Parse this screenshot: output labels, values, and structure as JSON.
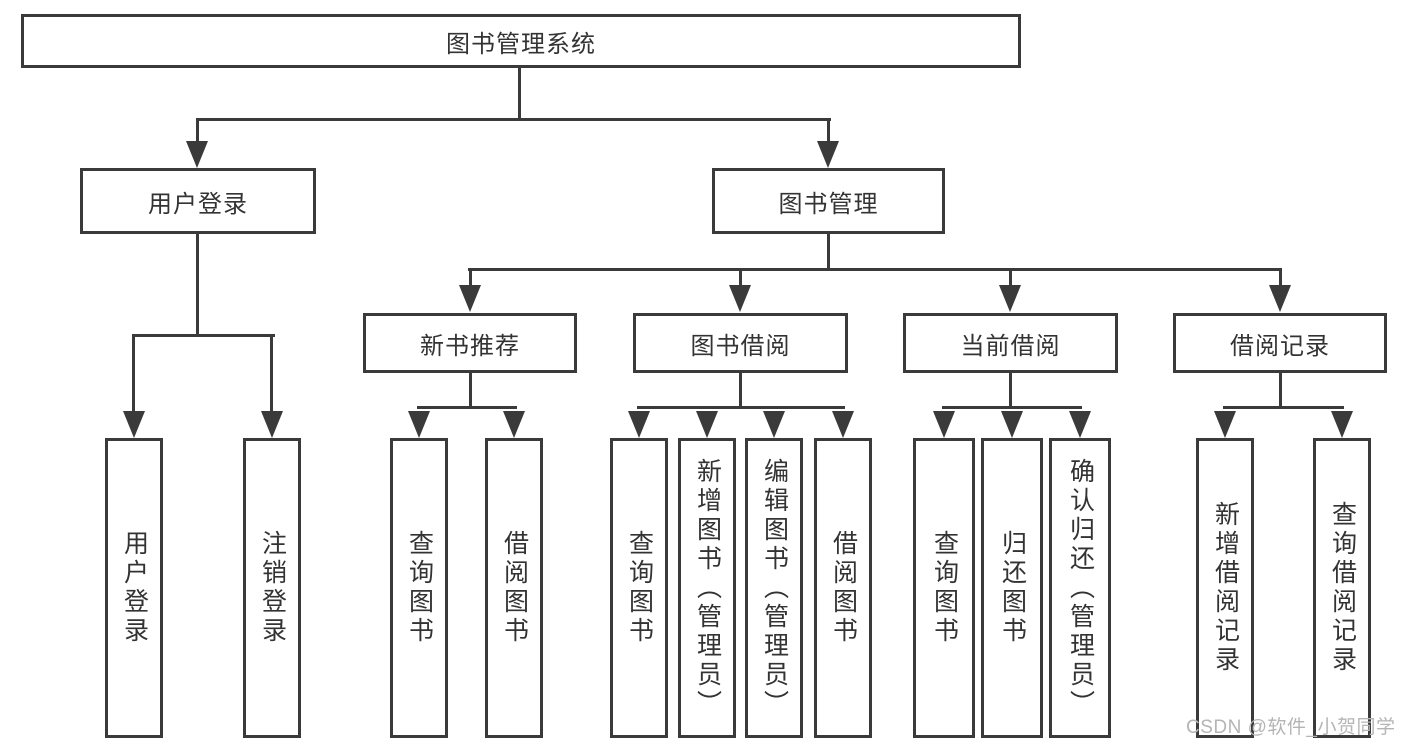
{
  "colors": {
    "line": "#3a3a3a",
    "text": "#333333",
    "bg": "#ffffff",
    "node_bg": "#ffffff",
    "watermark": "#b5b5b5"
  },
  "nodes": {
    "root": "图书管理系统",
    "user_login": "用户登录",
    "book_mgmt": "图书管理",
    "new_book_rec": "新书推荐",
    "book_borrow": "图书借阅",
    "current_borrow": "当前借阅",
    "borrow_record": "借阅记录",
    "ul_login": "用户登录",
    "ul_logout": "注销登录",
    "nr_query": "查询图书",
    "nr_borrow": "借阅图书",
    "bb_query": "查询图书",
    "bb_add": "新增图书（管理员）",
    "bb_edit": "编辑图书（管理员）",
    "bb_borrow": "借阅图书",
    "cb_query": "查询图书",
    "cb_return": "归还图书",
    "cb_confirm": "确认归还（管理员）",
    "br_add": "新增借阅记录",
    "br_query": "查询借阅记录"
  },
  "watermark": "CSDN @软件_小贺同学"
}
